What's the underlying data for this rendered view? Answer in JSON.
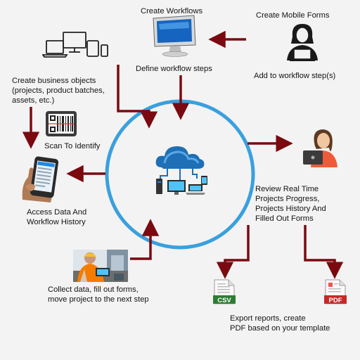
{
  "labels": {
    "create_workflows": "Create Workflows",
    "create_mobile_forms": "Create Mobile Forms",
    "define_workflow_steps": "Define workflow steps",
    "add_to_workflow_steps": "Add to workflow step(s)",
    "create_business_objects": "Create business objects\n(projects, product batches,\nassets, etc.)",
    "scan_to_identify": "Scan To Identify",
    "access_data": "Access Data And\nWorkflow History",
    "review": "Review Real Time\nProjects Progress,\nProjects History And\nFilled Out Forms",
    "collect_data": "Collect data, fill out forms,\nmove project to the next step",
    "export_reports": "Export reports, create\nPDF based on your template",
    "csv": "CSV",
    "pdf": "PDF"
  },
  "icons": {
    "devices": "devices-icon",
    "monitor": "monitor-icon",
    "woman_laptop": "woman-laptop-icon",
    "qr_scan": "qr-scan-icon",
    "hand_phone": "hand-phone-icon",
    "cloud_network": "cloud-network-icon",
    "woman_computer": "woman-computer-icon",
    "worker_photo": "worker-photo-icon",
    "csv_file": "csv-file-icon",
    "pdf_file": "pdf-file-icon"
  },
  "colors": {
    "arrow": "#7a0a10",
    "circle": "#3aa0dd",
    "csv_band": "#2e7d32",
    "pdf_band": "#c62828"
  }
}
